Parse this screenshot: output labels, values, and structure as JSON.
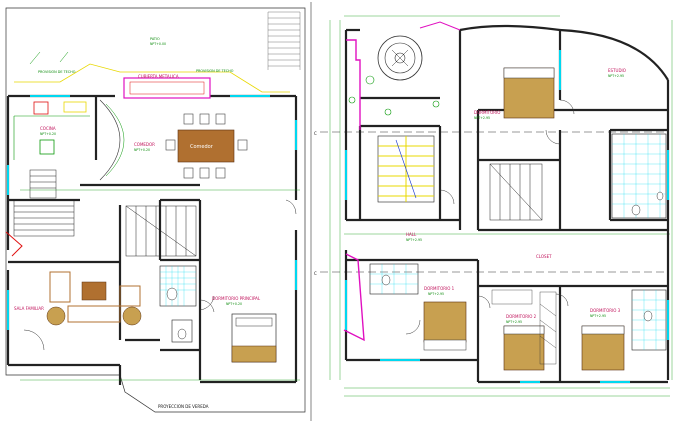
{
  "plan_left": {
    "labels": {
      "patio": "PATIO",
      "patio_level": "NPT+0.00",
      "prov_techo_1": "PROVISION DE TECHO",
      "prov_techo_2": "PROVISION DE TECHO",
      "cubierta": "CUBIERTA METALICA",
      "cocina": "COCINA",
      "cocina_level": "NPT+0.20",
      "comedor_table": "Comedor",
      "comedor": "COMEDOR",
      "comedor_level": "NPT+0.20",
      "sala": "SALA FAMILIAR",
      "dormitorio_principal": "DORMITORIO PRINCIPAL",
      "dormitorio_principal_level": "NPT+0.20",
      "proyeccion_vereda": "PROYECCION DE VEREDA"
    }
  },
  "plan_right": {
    "labels": {
      "dormitorio_top": "DORMITORIO",
      "dormitorio_top_level": "NPT+2.95",
      "estudio": "ESTUDIO",
      "estudio_level": "NPT+2.95",
      "hall": "HALL",
      "hall_level": "NPT+2.95",
      "dormitorio_1": "DORMITORIO 1",
      "dormitorio_1_level": "NPT+2.95",
      "dormitorio_2": "DORMITORIO 2",
      "dormitorio_2_level": "NPT+2.95",
      "dormitorio_3": "DORMITORIO 3",
      "dormitorio_3_level": "NPT+2.95",
      "closet": "CLOSET"
    }
  },
  "colors": {
    "wall": "#222222",
    "cyan": "#00d8f0",
    "green": "#0a9a0a",
    "yellow": "#e8d800",
    "magenta": "#e010c0",
    "red": "#e01010",
    "blue": "#1030d0",
    "bed": "#c8a050",
    "table": "#b07030"
  }
}
